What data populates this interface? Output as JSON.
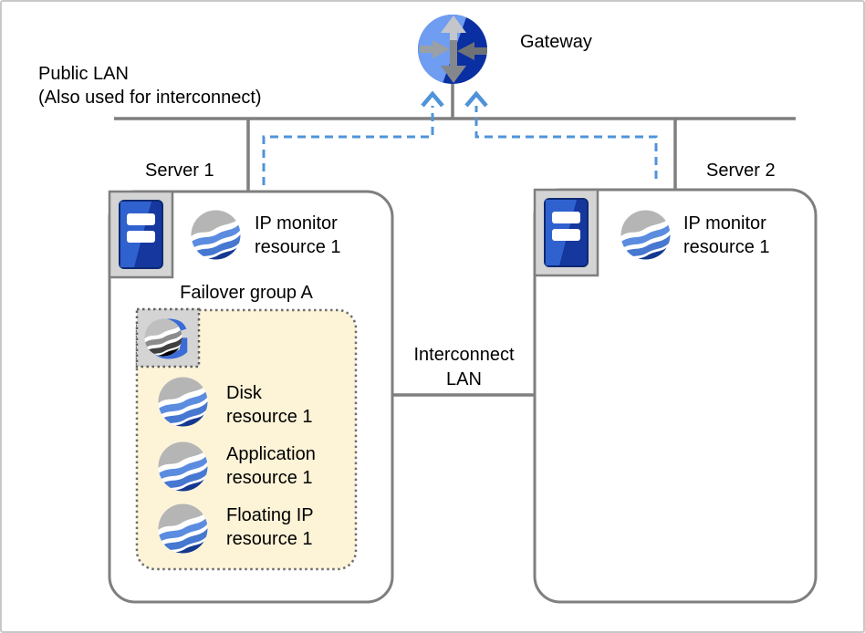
{
  "gateway": {
    "label": "Gateway"
  },
  "public_lan": {
    "line1": "Public LAN",
    "line2": "(Also used for interconnect)"
  },
  "interconnect_lan": {
    "line1": "Interconnect",
    "line2": "LAN"
  },
  "server1": {
    "label": "Server 1",
    "ip_monitor": {
      "line1": "IP monitor",
      "line2": "resource 1"
    },
    "failover_group": {
      "label": "Failover group A",
      "resources": [
        {
          "line1": "Disk",
          "line2": "resource 1"
        },
        {
          "line1": "Application",
          "line2": "resource 1"
        },
        {
          "line1": "Floating IP",
          "line2": "resource 1"
        }
      ]
    }
  },
  "server2": {
    "label": "Server 2",
    "ip_monitor": {
      "line1": "IP monitor",
      "line2": "resource 1"
    }
  },
  "icons": {
    "gateway": "router-gateway-icon",
    "server": "server-tower-icon",
    "resource": "wave-globe-icon",
    "group": "group-g-icon"
  },
  "colors": {
    "line_gray": "#7f7f7f",
    "dashed_blue": "#4f94d9",
    "group_fill": "#fdf3d7",
    "group_border": "#6e6e6e",
    "icon_square_fill": "#d4d4d4",
    "globe_gray": "#b5b5b5",
    "globe_blue_light": "#5b8ce0",
    "globe_blue": "#4677d1",
    "globe_navy": "#14388f",
    "gateway_light_blue": "#6f9df1",
    "gateway_dark_blue": "#0a2fa2",
    "tower_blue": "#15379e",
    "tower_blue_light": "#2f62cf",
    "g_letter_blue": "#3b6bd6"
  }
}
